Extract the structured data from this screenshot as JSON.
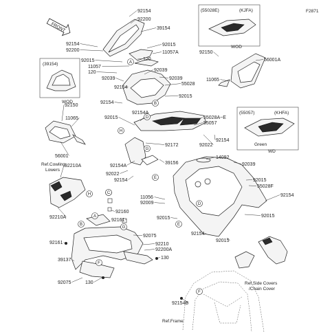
{
  "figure_id": "F2871",
  "front_label": "FRONT",
  "callouts": [
    {
      "id": "c1",
      "text": "92154"
    },
    {
      "id": "c2",
      "text": "92200"
    },
    {
      "id": "c3",
      "text": "39154"
    },
    {
      "id": "c4",
      "text": "92154"
    },
    {
      "id": "c5",
      "text": "92200"
    },
    {
      "id": "c6",
      "text": "92015"
    },
    {
      "id": "c7",
      "text": "11057A"
    },
    {
      "id": "c8",
      "text": "92015"
    },
    {
      "id": "c9",
      "text": "11057"
    },
    {
      "id": "c10",
      "text": "120"
    },
    {
      "id": "c11",
      "text": "120"
    },
    {
      "id": "c12",
      "text": "92039"
    },
    {
      "id": "c13",
      "text": "92039"
    },
    {
      "id": "c14",
      "text": "92154"
    },
    {
      "id": "c15",
      "text": "55028"
    },
    {
      "id": "c16",
      "text": "92039"
    },
    {
      "id": "c17",
      "text": "92015"
    },
    {
      "id": "c18",
      "text": "92154"
    },
    {
      "id": "c19",
      "text": "92150"
    },
    {
      "id": "c20",
      "text": "11065"
    },
    {
      "id": "c21",
      "text": "56001"
    },
    {
      "id": "c22",
      "text": "92154A"
    },
    {
      "id": "c23",
      "text": "55028A~E"
    },
    {
      "id": "c24",
      "text": "55057"
    },
    {
      "id": "c25",
      "text": "92015"
    },
    {
      "id": "c26",
      "text": "92172"
    },
    {
      "id": "c27",
      "text": "92022"
    },
    {
      "id": "c28",
      "text": "92154"
    },
    {
      "id": "c29",
      "text": "39156"
    },
    {
      "id": "c30",
      "text": "14092"
    },
    {
      "id": "c31",
      "text": "92039"
    },
    {
      "id": "c32",
      "text": "92154A"
    },
    {
      "id": "c33",
      "text": "92022"
    },
    {
      "id": "c34",
      "text": "92154"
    },
    {
      "id": "c35",
      "text": "92210A"
    },
    {
      "id": "c36",
      "text": "92015"
    },
    {
      "id": "c37",
      "text": "55028F"
    },
    {
      "id": "c38",
      "text": "92154"
    },
    {
      "id": "c39",
      "text": "11056"
    },
    {
      "id": "c40",
      "text": "92009"
    },
    {
      "id": "c41",
      "text": "92015"
    },
    {
      "id": "c42",
      "text": "92210A"
    },
    {
      "id": "c43",
      "text": "92160"
    },
    {
      "id": "c44",
      "text": "92161"
    },
    {
      "id": "c45",
      "text": "92015"
    },
    {
      "id": "c46",
      "text": "92075"
    },
    {
      "id": "c47",
      "text": "92154"
    },
    {
      "id": "c48",
      "text": "92015"
    },
    {
      "id": "c49",
      "text": "92161"
    },
    {
      "id": "c50",
      "text": "92210"
    },
    {
      "id": "c51",
      "text": "92200A"
    },
    {
      "id": "c52",
      "text": "39137"
    },
    {
      "id": "c53",
      "text": "130"
    },
    {
      "id": "c54",
      "text": "92075"
    },
    {
      "id": "c55",
      "text": "130"
    },
    {
      "id": "c56",
      "text": "92154B"
    },
    {
      "id": "c57",
      "text": "92150"
    },
    {
      "id": "c58",
      "text": "56001A"
    },
    {
      "id": "c59",
      "text": "11065"
    }
  ],
  "boxes": {
    "kjfa": {
      "code": "(55028E)",
      "variant": "(KJFA)"
    },
    "khfa": {
      "code": "(55057)",
      "variant": "(KHFA)",
      "color": "Green",
      "note": "WD"
    },
    "screen": {
      "code": "(39154)",
      "note": "WOD"
    }
  },
  "notes": {
    "wod": "WOD",
    "ref_cowling_1": "Ref.Cowling",
    "ref_cowling_2": "Lowers",
    "ref_side_1": "Ref.Side Covers",
    "ref_side_2": "/Chain Cover",
    "ref_frame": "Ref.Frame"
  },
  "circle_letters": [
    "A",
    "B",
    "C",
    "D",
    "E",
    "F",
    "G",
    "H"
  ]
}
